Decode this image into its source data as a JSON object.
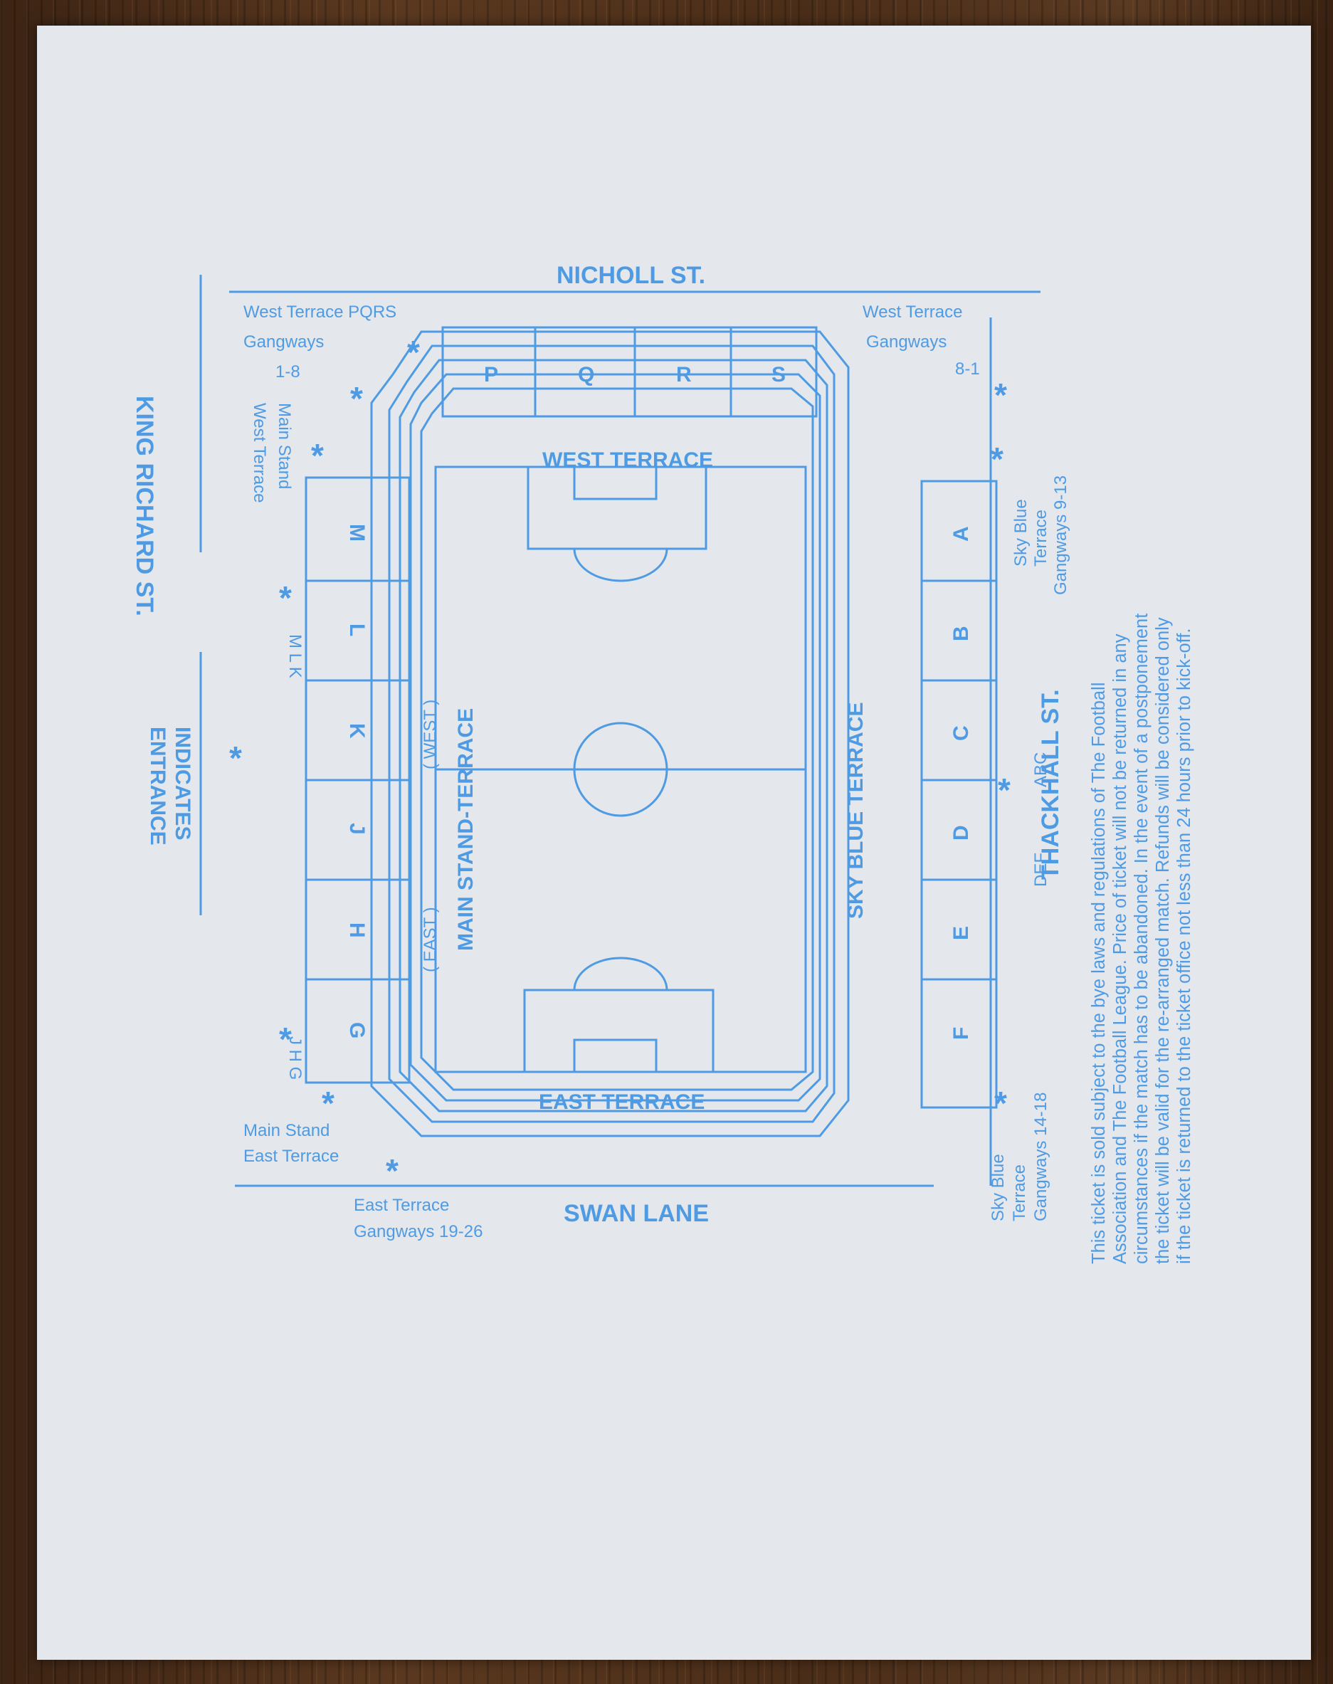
{
  "colors": {
    "ink": "#4f9be3",
    "paper": "#e4e7ec"
  },
  "streets": {
    "north": "NICHOLL ST.",
    "south": "SWAN LANE",
    "west": "KING RICHARD ST.",
    "east": "THACKHALL ST."
  },
  "stands": {
    "west_terrace": "WEST TERRACE",
    "east_terrace": "EAST TERRACE",
    "main_stand": "MAIN STAND-TERRACE",
    "sky_blue": "SKY BLUE TERRACE",
    "west_inner": "( WEST )",
    "east_inner": "( EAST )"
  },
  "sections": {
    "top": [
      "P",
      "Q",
      "R",
      "S"
    ],
    "left": [
      "M",
      "L",
      "K",
      "J",
      "H",
      "G"
    ],
    "right": [
      "A",
      "B",
      "C",
      "D",
      "E",
      "F"
    ]
  },
  "entrance_labels": {
    "west_terrace_pqrs": "West Terrace  PQRS",
    "gangways_1_8_a": "Gangways",
    "gangways_1_8_b": "1-8",
    "west_terrace_right": "West Terrace",
    "gangways_8_1_a": "Gangways",
    "gangways_8_1_b": "8-1",
    "main_stand_west_a": "Main Stand",
    "main_stand_west_b": "West Terrace",
    "mlk": "M L K",
    "sky_blue_9_13_a": "Sky Blue",
    "sky_blue_9_13_b": "Terrace",
    "sky_blue_9_13_c": "Gangways 9-13",
    "abc": "ABC",
    "def": "DEF",
    "jhg": "J H G",
    "main_stand_east_a": "Main Stand",
    "main_stand_east_b": "East Terrace",
    "east_gangways_a": "East Terrace",
    "east_gangways_b": "Gangways 19-26",
    "sky_blue_14_18_a": "Sky Blue",
    "sky_blue_14_18_b": "Terrace",
    "sky_blue_14_18_c": "Gangways 14-18"
  },
  "legend": {
    "symbol": "*",
    "line1": "INDICATES",
    "line2": "ENTRANCE"
  },
  "terms": [
    "This ticket is sold subject to the bye laws and regulations of The Football",
    "Association and The Football League. Price of ticket will not be returned in any",
    "circumstances if the match has to be abandoned. In the event of a postponement",
    "the ticket will be valid for the re-arranged match. Refunds will be considered only",
    "if the ticket is returned to the ticket office not less than 24 hours prior to kick-off."
  ]
}
